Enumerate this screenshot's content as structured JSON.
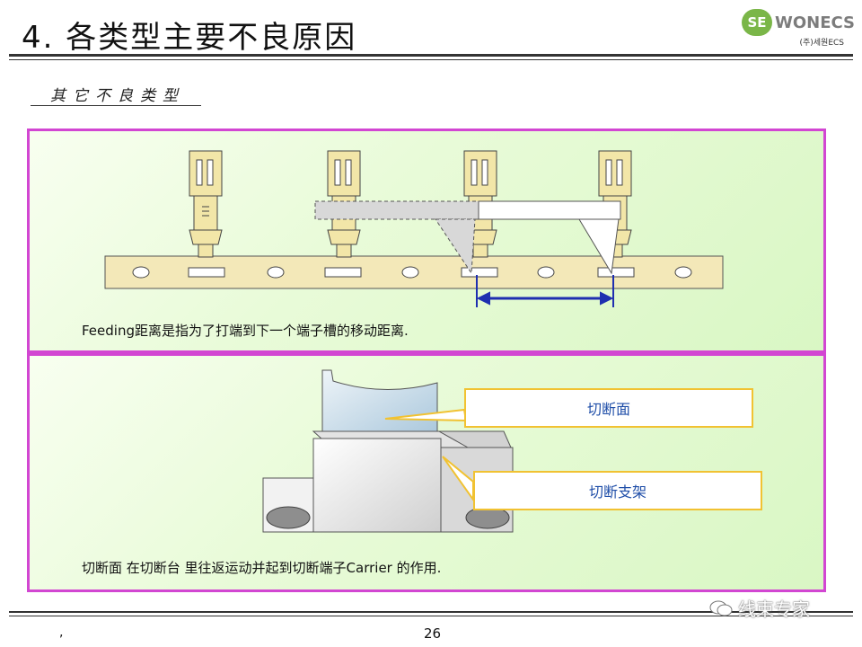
{
  "header": {
    "title": "4. 各类型主要不良原因",
    "logo_text": "SEWONECS",
    "logo_sub": "(주)세원ECS"
  },
  "section": {
    "subtitle": "其它不良类型"
  },
  "panel1": {
    "caption": "Feeding距离是指为了打端到下一个端子槽的移动距离."
  },
  "panel2": {
    "callout_cut_face": "切断面",
    "callout_cut_bracket": "切断支架",
    "caption": "切断面 在切断台 里往返运动并起到切断端子Carrier 的作用."
  },
  "footer": {
    "page_number": "26",
    "mark": ",",
    "watermark": "线束专家"
  },
  "colors": {
    "panel_border": "#d246d2",
    "callout_border": "#f1c232",
    "callout_text": "#1f4ea8",
    "arrow_blue": "#1f2fb0"
  }
}
